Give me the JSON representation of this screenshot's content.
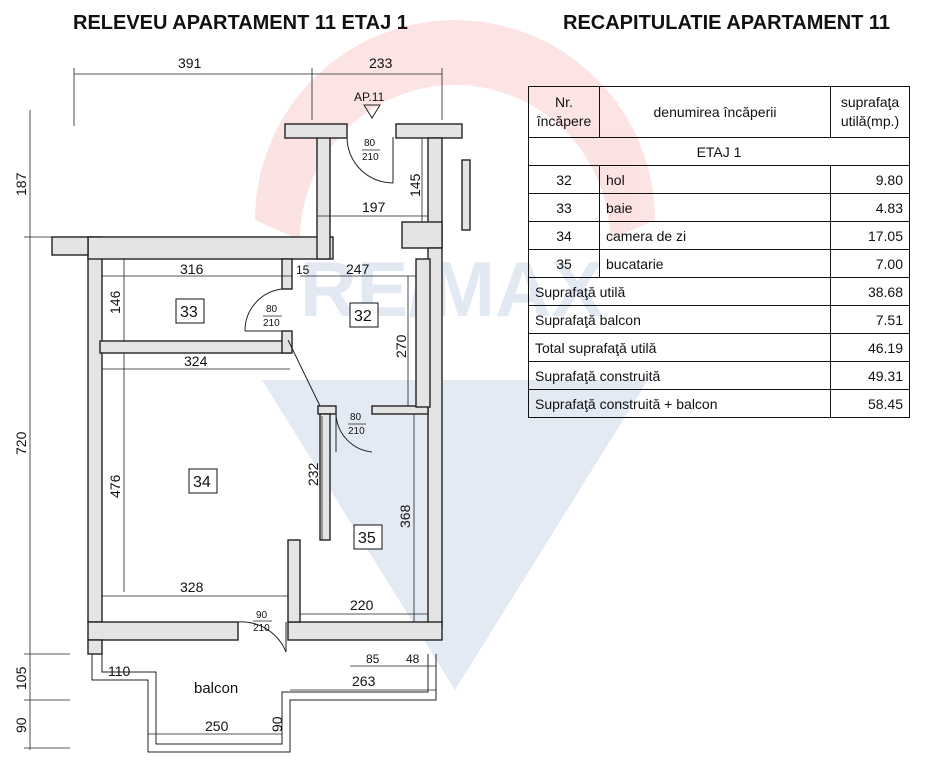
{
  "titles": {
    "left": "RELEVEU APARTAMENT 11 ETAJ 1",
    "right": "RECAPITULATIE APARTAMENT 11"
  },
  "plan": {
    "dimensions": {
      "top_a": "391",
      "top_b": "233",
      "left_a": "187",
      "left_b": "720",
      "left_c": "105",
      "left_d": "90",
      "entry_197": "197",
      "entry_145": "145",
      "d316": "316",
      "d15": "15",
      "d247": "247",
      "d146": "146",
      "d270": "270",
      "d324": "324",
      "d476": "476",
      "d232": "232",
      "d368": "368",
      "d328": "328",
      "d220": "220",
      "d85": "85",
      "d48": "48",
      "d110": "110",
      "d263": "263",
      "d250": "250",
      "d90b": "90"
    },
    "apartment_label": "AP.11",
    "rooms": {
      "r32": "32",
      "r33": "33",
      "r34": "34",
      "r35": "35",
      "balcony": "balcon"
    },
    "doors": {
      "entry": {
        "width": "80",
        "height": "210"
      },
      "baie": {
        "width": "80",
        "height": "210"
      },
      "kitchen": {
        "width": "80",
        "height": "210"
      },
      "balcony": {
        "width": "90",
        "height": "210"
      }
    }
  },
  "table": {
    "headers": {
      "nr": "Nr. încăpere",
      "name": "denumirea încăperii",
      "area": "suprafaţa utilă(mp.)"
    },
    "floor_label": "ETAJ 1",
    "rows": [
      {
        "nr": "32",
        "name": "hol",
        "area": "9.80"
      },
      {
        "nr": "33",
        "name": "baie",
        "area": "4.83"
      },
      {
        "nr": "34",
        "name": "camera de zi",
        "area": "17.05"
      },
      {
        "nr": "35",
        "name": "bucatarie",
        "area": "7.00"
      }
    ],
    "totals": [
      {
        "label": "Suprafaţă utilă",
        "value": "38.68"
      },
      {
        "label": "Suprafaţă balcon",
        "value": "7.51"
      },
      {
        "label": "Total suprafaţă utilă",
        "value": "46.19"
      },
      {
        "label": "Suprafaţă construită",
        "value": "49.31"
      },
      {
        "label": "Suprafaţă construită + balcon",
        "value": "58.45"
      }
    ]
  }
}
